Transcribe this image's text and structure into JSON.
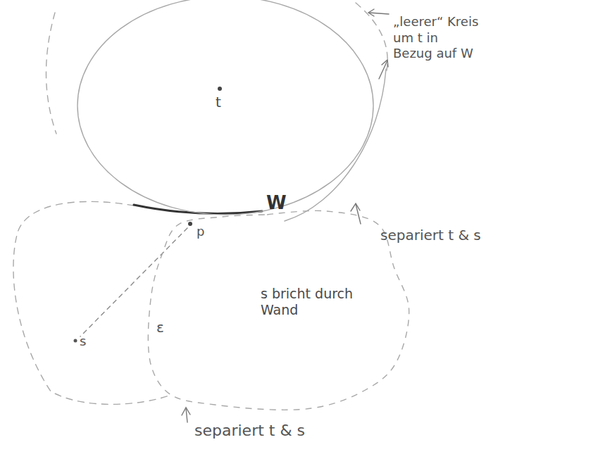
{
  "diagram": {
    "nodes": [
      {
        "text": [
          "t"
        ]
      },
      {
        "text": [
          "s bricht durch Wand"
        ]
      }
    ],
    "labels": [
      "„leerer“ Kreis um t in Bezug auf W",
      "W",
      "p",
      "separiert t & s",
      "ε",
      "s",
      "separiert t & s"
    ]
  }
}
